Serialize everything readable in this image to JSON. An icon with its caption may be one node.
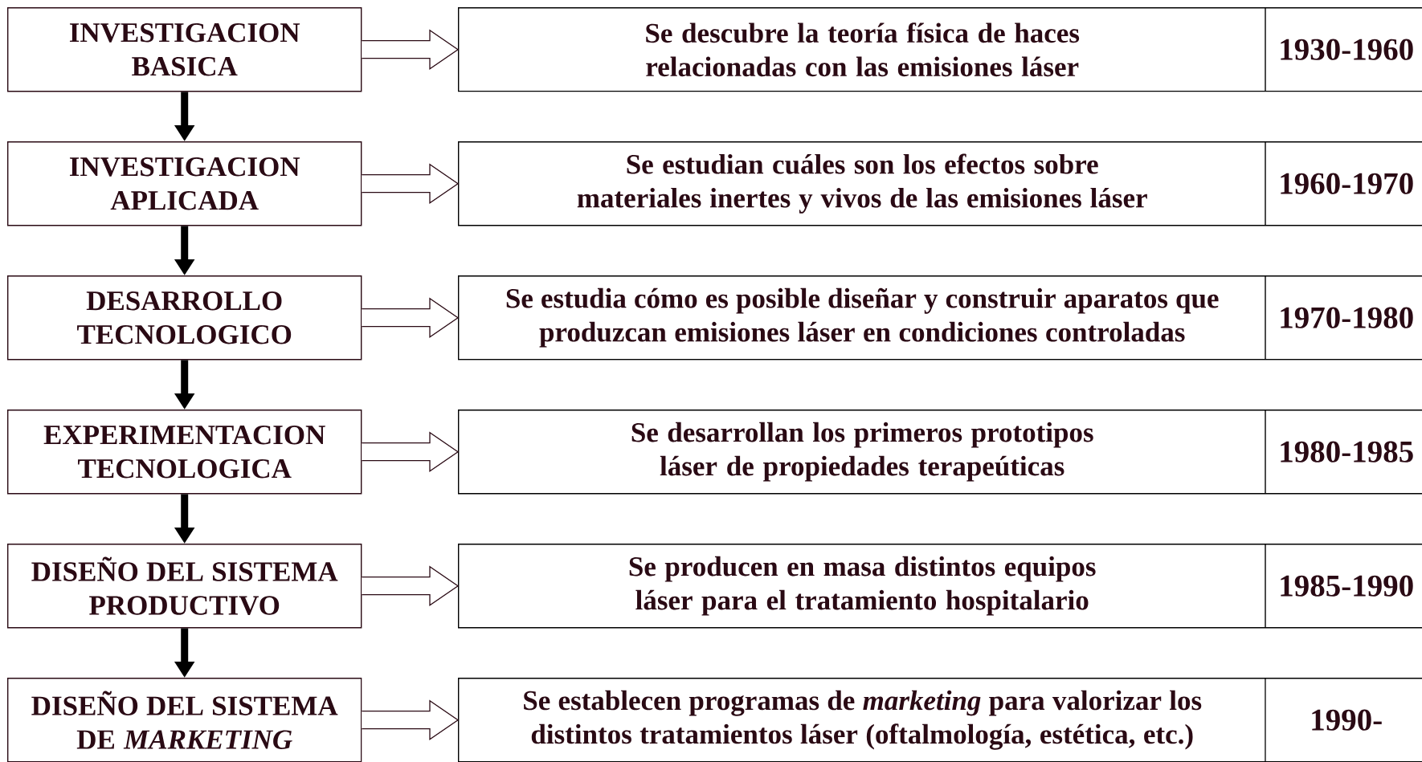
{
  "diagram": {
    "nodes": [
      {
        "text": [
          "INVESTIGACION BASICA"
        ]
      },
      {
        "text": [
          "INVESTIGACION APLICADA"
        ]
      },
      {
        "text": [
          "DESARROLLO TECNOLOGICO"
        ]
      },
      {
        "text": [
          "EXPERIMENTACION TECNOLOGICA"
        ]
      },
      {
        "text": [
          "DISEÑO DEL SISTEMA PRODUCTIVO"
        ]
      },
      {
        "text": [
          "DISEÑO DEL SISTEMA DE *MARKETING*"
        ]
      },
      {
        "text": [
          "Se descubre la teoría física de haces relacionadas con las emisiones láser",
          "1930-1960"
        ]
      },
      {
        "text": [
          "Se estudian cuáles son los efectos sobre materiales inertes y vivos de las emisiones láser",
          "1960-1970"
        ]
      },
      {
        "text": [
          "Se estudia cómo es posible diseñar y construir aparatos que produzcan emisiones láser en condiciones controladas",
          "1970-1980"
        ]
      },
      {
        "text": [
          "Se desarrollan los primeros prototipos láser de propiedades terapeúticas",
          "1980-1985"
        ]
      },
      {
        "text": [
          "Se producen en masa distintos equipos láser para el tratamiento hospitalario",
          "1985-1990"
        ]
      },
      {
        "text": [
          "Se establecen programas de *marketing* para valorizar los distintos tratamientos láser (oftalmología, estética, etc.)",
          "1990-"
        ]
      }
    ],
    "edges": [
      {
        "from": 0,
        "to": 1,
        "arrow": "to"
      },
      {
        "from": 1,
        "to": 2,
        "arrow": "to"
      },
      {
        "from": 2,
        "to": 3,
        "arrow": "to"
      },
      {
        "from": 3,
        "to": 4,
        "arrow": "to"
      },
      {
        "from": 4,
        "to": 5,
        "arrow": "to"
      },
      {
        "from": 0,
        "to": 6,
        "arrow": "to"
      },
      {
        "from": 1,
        "to": 7,
        "arrow": "to"
      },
      {
        "from": 2,
        "to": 8,
        "arrow": "to"
      },
      {
        "from": 3,
        "to": 9,
        "arrow": "to"
      },
      {
        "from": 4,
        "to": 10,
        "arrow": "to"
      },
      {
        "from": 5,
        "to": 11,
        "arrow": "to"
      }
    ]
  }
}
